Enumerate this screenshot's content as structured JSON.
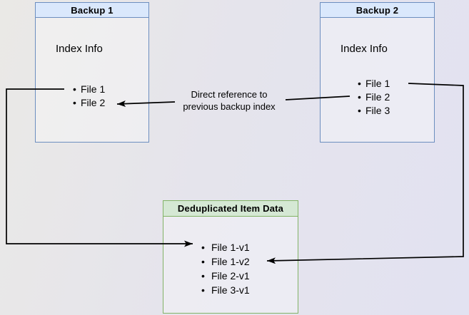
{
  "diagram": {
    "nodes": {
      "backup1": {
        "title": "Backup 1",
        "section_label": "Index Info",
        "files": [
          "File 1",
          "File 2"
        ]
      },
      "backup2": {
        "title": "Backup 2",
        "section_label": "Index Info",
        "files": [
          "File 1",
          "File 2",
          "File 3"
        ]
      },
      "dedup": {
        "title": "Deduplicated Item Data",
        "files": [
          "File 1-v1",
          "File 1-v2",
          "File 2-v1",
          "File 3-v1"
        ]
      }
    },
    "edge_label": {
      "line1": "Direct reference to",
      "line2": "previous backup index"
    },
    "colors": {
      "backup_header_fill": "#dae8fc",
      "backup_border": "#6c8ebf",
      "dedup_header_fill": "#d5e8d4",
      "dedup_border": "#82b366",
      "connector": "#000000"
    }
  }
}
